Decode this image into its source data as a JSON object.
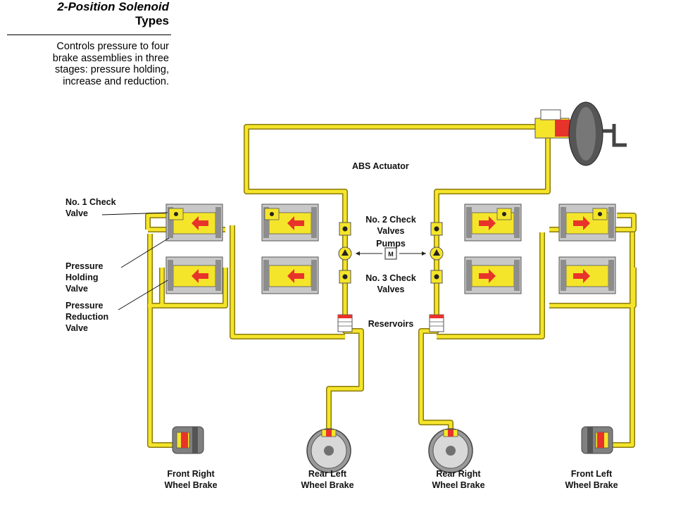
{
  "title": {
    "line1": "2-Position Solenoid",
    "line2": "Types"
  },
  "description": [
    "Controls pressure to four",
    "brake assemblies in three",
    "stages: pressure holding,",
    "increase and reduction."
  ],
  "labels": {
    "abs_actuator": "ABS Actuator",
    "check_valve_1": [
      "No. 1 Check",
      "Valve"
    ],
    "pressure_holding": [
      "Pressure",
      "Holding",
      "Valve"
    ],
    "pressure_reduction": [
      "Pressure",
      "Reduction",
      "Valve"
    ],
    "check_valves_2": [
      "No. 2 Check",
      "Valves"
    ],
    "pumps": "Pumps",
    "motor": "M",
    "check_valves_3": [
      "No. 3 Check",
      "Valves"
    ],
    "reservoirs": "Reservoirs",
    "front_right": [
      "Front Right",
      "Wheel Brake"
    ],
    "rear_left": [
      "Rear Left",
      "Wheel Brake"
    ],
    "rear_right": [
      "Rear Right",
      "Wheel Brake"
    ],
    "front_left": [
      "Front Left",
      "Wheel Brake"
    ]
  },
  "colors": {
    "fluid": "#f5e52a",
    "fluid_outline": "#8a7a10",
    "valve_body": "#c8c8c8",
    "piston": "#e8332a",
    "brake_housing": "#808080"
  }
}
